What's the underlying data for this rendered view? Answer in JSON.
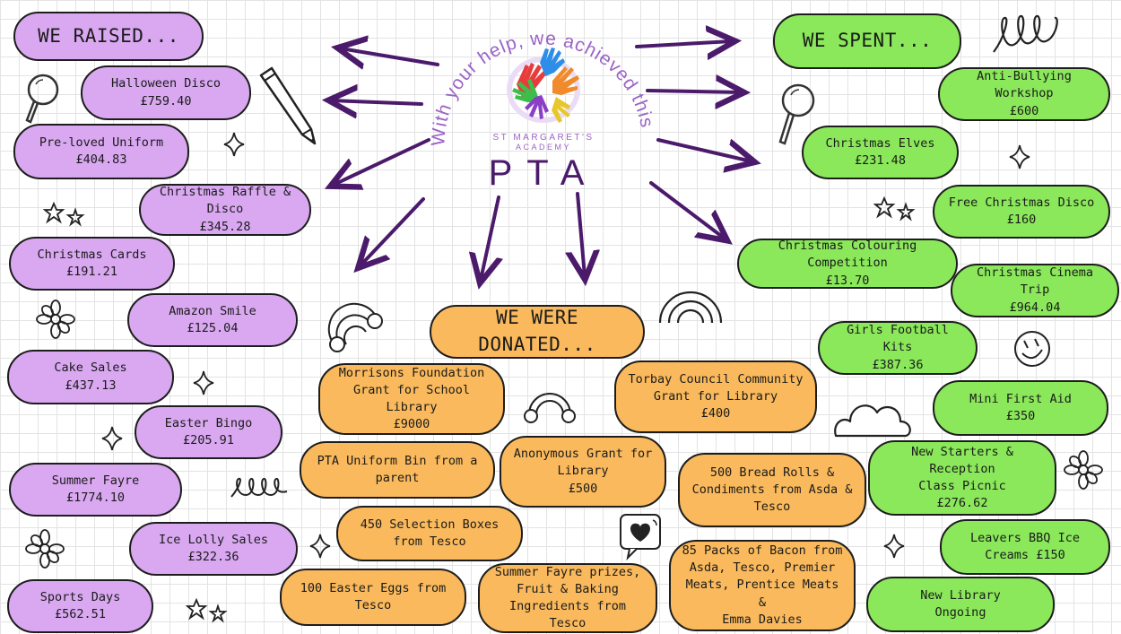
{
  "header": {
    "tagline": "With your help, we achieved this",
    "school": "ST MARGARET'S",
    "academy": "ACADEMY",
    "pta": "PTA"
  },
  "raised": {
    "heading": "WE RAISED...",
    "items": [
      {
        "name": "Halloween Disco",
        "amount": "£759.40"
      },
      {
        "name": "Pre-loved Uniform",
        "amount": "£404.83"
      },
      {
        "name": "Christmas Raffle & Disco",
        "amount": "£345.28"
      },
      {
        "name": "Christmas Cards",
        "amount": "£191.21"
      },
      {
        "name": "Amazon Smile",
        "amount": "£125.04"
      },
      {
        "name": "Cake Sales",
        "amount": "£437.13"
      },
      {
        "name": "Easter Bingo",
        "amount": "£205.91"
      },
      {
        "name": "Summer Fayre",
        "amount": "£1774.10"
      },
      {
        "name": "Ice Lolly Sales",
        "amount": "£322.36"
      },
      {
        "name": "Sports Days",
        "amount": "£562.51"
      }
    ]
  },
  "spent": {
    "heading": "WE SPENT...",
    "items": [
      {
        "name": "Anti-Bullying Workshop",
        "amount": "£600"
      },
      {
        "name": "Christmas Elves",
        "amount": "£231.48"
      },
      {
        "name": "Free Christmas Disco",
        "amount": "£160"
      },
      {
        "name": "Christmas Colouring Competition",
        "amount": "£13.70"
      },
      {
        "name": "Christmas Cinema Trip",
        "amount": "£964.04"
      },
      {
        "name": "Girls Football Kits",
        "amount": "£387.36"
      },
      {
        "name": "Mini First Aid",
        "amount": "£350"
      },
      {
        "name": "New Starters & Reception Class Picnic",
        "line1": "New Starters & Reception",
        "line2": "Class Picnic",
        "amount": "£276.62"
      },
      {
        "name": "Leavers BBQ Ice Creams £150",
        "line1": "Leavers BBQ Ice",
        "line2": "Creams £150"
      },
      {
        "name": "New Library Ongoing",
        "line1": "New Library",
        "line2": "Ongoing"
      }
    ]
  },
  "donated": {
    "heading": "WE WERE DONATED...",
    "items": [
      {
        "lines": [
          "Morrisons Foundation",
          "Grant for School Library",
          "£9000"
        ]
      },
      {
        "lines": [
          "Torbay Council Community",
          "Grant for Library",
          "£400"
        ]
      },
      {
        "lines": [
          "PTA Uniform Bin from a",
          "parent"
        ]
      },
      {
        "lines": [
          "Anonymous Grant for",
          "Library",
          "£500"
        ]
      },
      {
        "lines": [
          "500 Bread Rolls &",
          "Condiments from Asda &",
          "Tesco"
        ]
      },
      {
        "lines": [
          "450 Selection Boxes",
          "from Tesco"
        ]
      },
      {
        "lines": [
          "100 Easter Eggs from",
          "Tesco"
        ]
      },
      {
        "lines": [
          "Summer Fayre prizes,",
          "Fruit & Baking",
          "Ingredients from Tesco"
        ]
      },
      {
        "lines": [
          "85 Packs of Bacon from",
          "Asda, Tesco, Premier",
          "Meats, Prentice Meats &",
          "Emma Davies"
        ]
      }
    ]
  },
  "colors": {
    "raised": "#d9a8f1",
    "spent": "#8ae85a",
    "donated": "#f9b95c",
    "arrow": "#4b1a6b",
    "tagline": "#9b63c6"
  },
  "icons": [
    "magnifier-icon",
    "pencil-icon",
    "sparkle-icon",
    "stars-icon",
    "flower-icon",
    "rainbow-icon",
    "scribble-icon",
    "heart-speech-icon",
    "smiley-icon",
    "cloud-icon",
    "handprints-logo-icon"
  ]
}
